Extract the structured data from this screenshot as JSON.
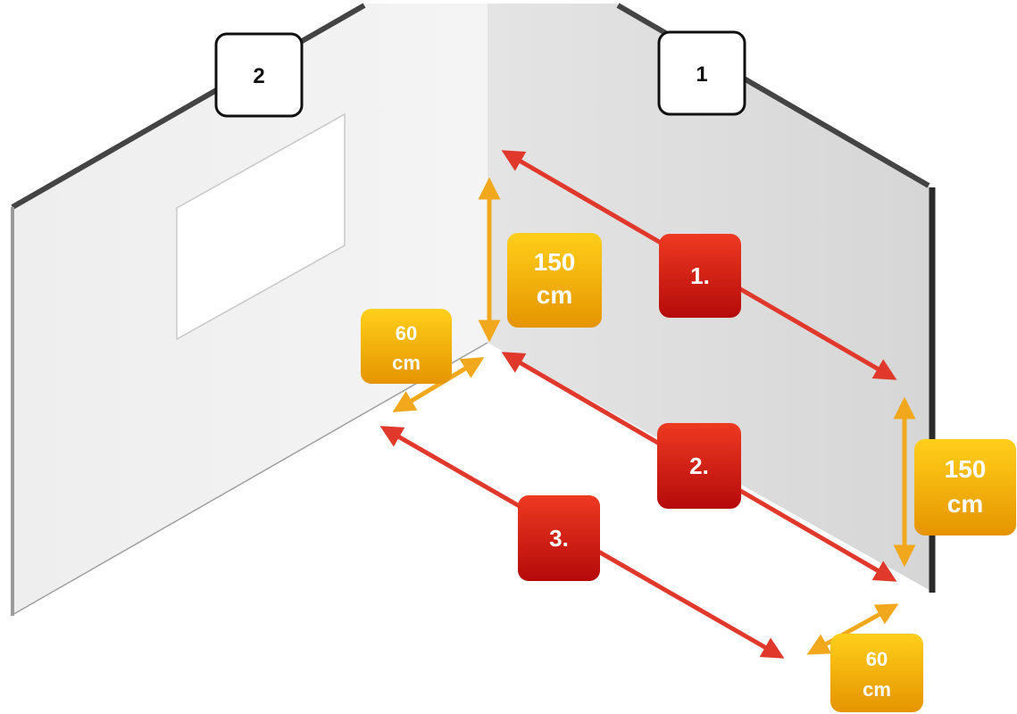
{
  "walls": {
    "left_label": "2",
    "right_label": "1"
  },
  "arrows": [
    {
      "label": "1."
    },
    {
      "label": "2."
    },
    {
      "label": "3."
    }
  ],
  "dimensions": {
    "height_upper": {
      "line1": "150",
      "line2": "cm"
    },
    "height_right": {
      "line1": "150",
      "line2": "cm"
    },
    "depth_left": {
      "line1": "60",
      "line2": "cm"
    },
    "depth_right": {
      "line1": "60",
      "line2": "cm"
    }
  },
  "colors": {
    "red_arrow": "#e0392b",
    "red_badge": "#cc1111",
    "orange_arrow": "#f2a81d",
    "orange_badge": "#f0a800",
    "wall_left": "#f0f0f0",
    "wall_right": "#e0e0e0"
  }
}
